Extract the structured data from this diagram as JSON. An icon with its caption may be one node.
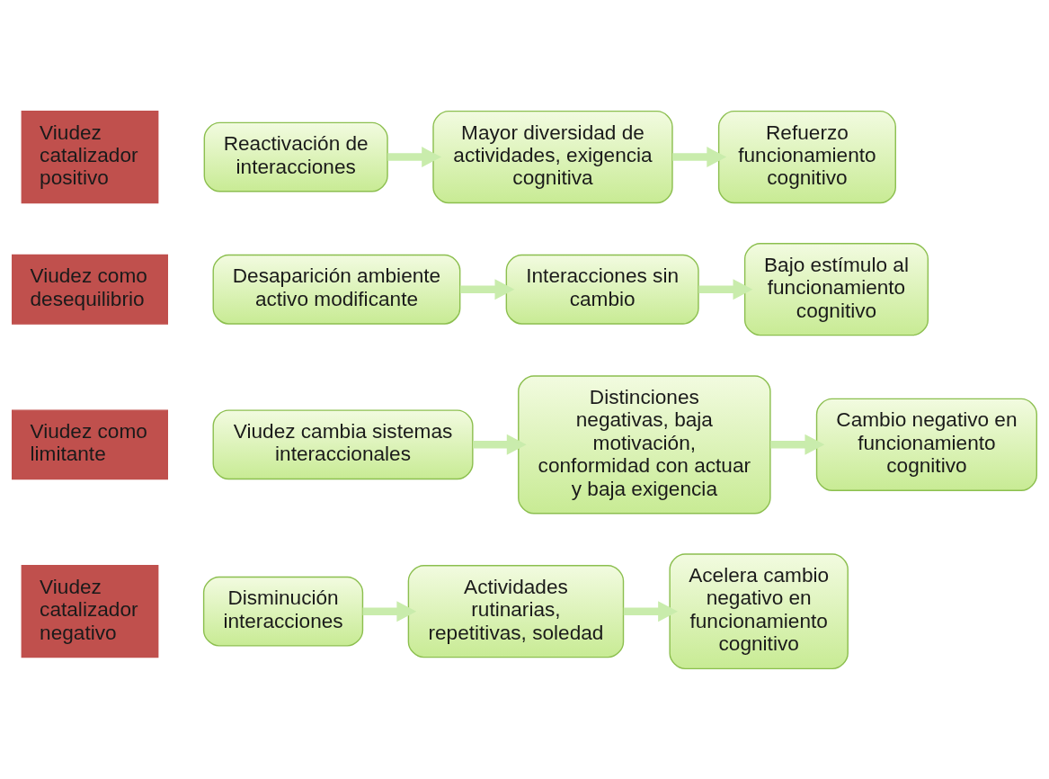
{
  "diagram": {
    "nodes": [
      {
        "text": [
          "Viudez catalizador positivo"
        ]
      },
      {
        "text": [
          "Reactivación de interacciones"
        ]
      },
      {
        "text": [
          "Mayor diversidad de actividades, exigencia cognitiva"
        ]
      },
      {
        "text": [
          "Refuerzo funcionamiento cognitivo"
        ]
      },
      {
        "text": [
          "Viudez como desequilibrio"
        ]
      },
      {
        "text": [
          "Desaparición ambiente activo modificante"
        ]
      },
      {
        "text": [
          "Interacciones sin cambio"
        ]
      },
      {
        "text": [
          "Bajo estímulo al funcionamiento cognitivo"
        ]
      },
      {
        "text": [
          "Viudez como limitante"
        ]
      },
      {
        "text": [
          "Viudez cambia sistemas interaccionales"
        ]
      },
      {
        "text": [
          "Distinciones negativas, baja motivación, conformidad con actuar y baja exigencia"
        ]
      },
      {
        "text": [
          "Cambio negativo en funcionamiento cognitivo"
        ]
      },
      {
        "text": [
          "Viudez catalizador negativo"
        ]
      },
      {
        "text": [
          "Disminución interacciones"
        ]
      },
      {
        "text": [
          "Actividades rutinarias, repetitivas, soledad"
        ]
      },
      {
        "text": [
          "Acelera cambio negativo en funcionamiento cognitivo"
        ]
      }
    ],
    "edges": [
      {
        "from": 1,
        "to": 2,
        "arrow": "to"
      },
      {
        "from": 2,
        "to": 3,
        "arrow": "to"
      },
      {
        "from": 5,
        "to": 6,
        "arrow": "to"
      },
      {
        "from": 6,
        "to": 7,
        "arrow": "to"
      },
      {
        "from": 9,
        "to": 10,
        "arrow": "to"
      },
      {
        "from": 10,
        "to": 11,
        "arrow": "to"
      },
      {
        "from": 13,
        "to": 14,
        "arrow": "to"
      },
      {
        "from": 14,
        "to": 15,
        "arrow": "to"
      }
    ]
  }
}
